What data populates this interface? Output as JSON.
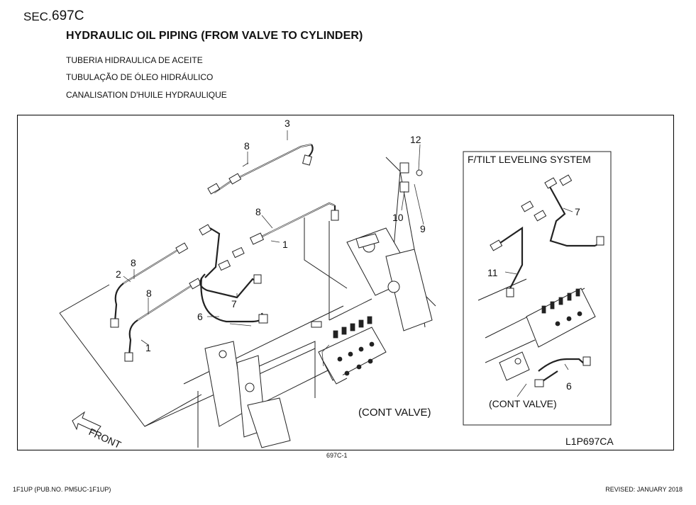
{
  "header": {
    "sec_label": "SEC.",
    "sec_code": "697C",
    "title": "HYDRAULIC OIL PIPING (FROM VALVE TO CYLINDER)",
    "subtitles": [
      "TUBERIA HIDRAULICA DE ACEITE",
      "TUBULAÇÃO DE ÓLEO HIDRÁULICO",
      "CANALISATION D'HUILE HYDRAULIQUE"
    ]
  },
  "diagram": {
    "callouts": {
      "c3": "3",
      "c8a": "8",
      "c8b": "8",
      "c8c": "8",
      "c8d": "8",
      "c1a": "1",
      "c1b": "1",
      "c2": "2",
      "c6": "6",
      "c7": "7",
      "c12": "12",
      "c10": "10",
      "c9": "9"
    },
    "main_valve_label": "(CONT VALVE)",
    "front_label": "FRONT",
    "inset": {
      "title": "F/TILT LEVELING SYSTEM",
      "callouts": {
        "c7": "7",
        "c11": "11",
        "c6": "6"
      },
      "valve_label": "(CONT VALVE)"
    },
    "drawing_id": "L1P697CA"
  },
  "footer": {
    "page_ref": "697C-1",
    "left": "1F1UP (PUB.NO. PM5UC-1F1UP)",
    "right": "REVISED: JANUARY 2018"
  }
}
